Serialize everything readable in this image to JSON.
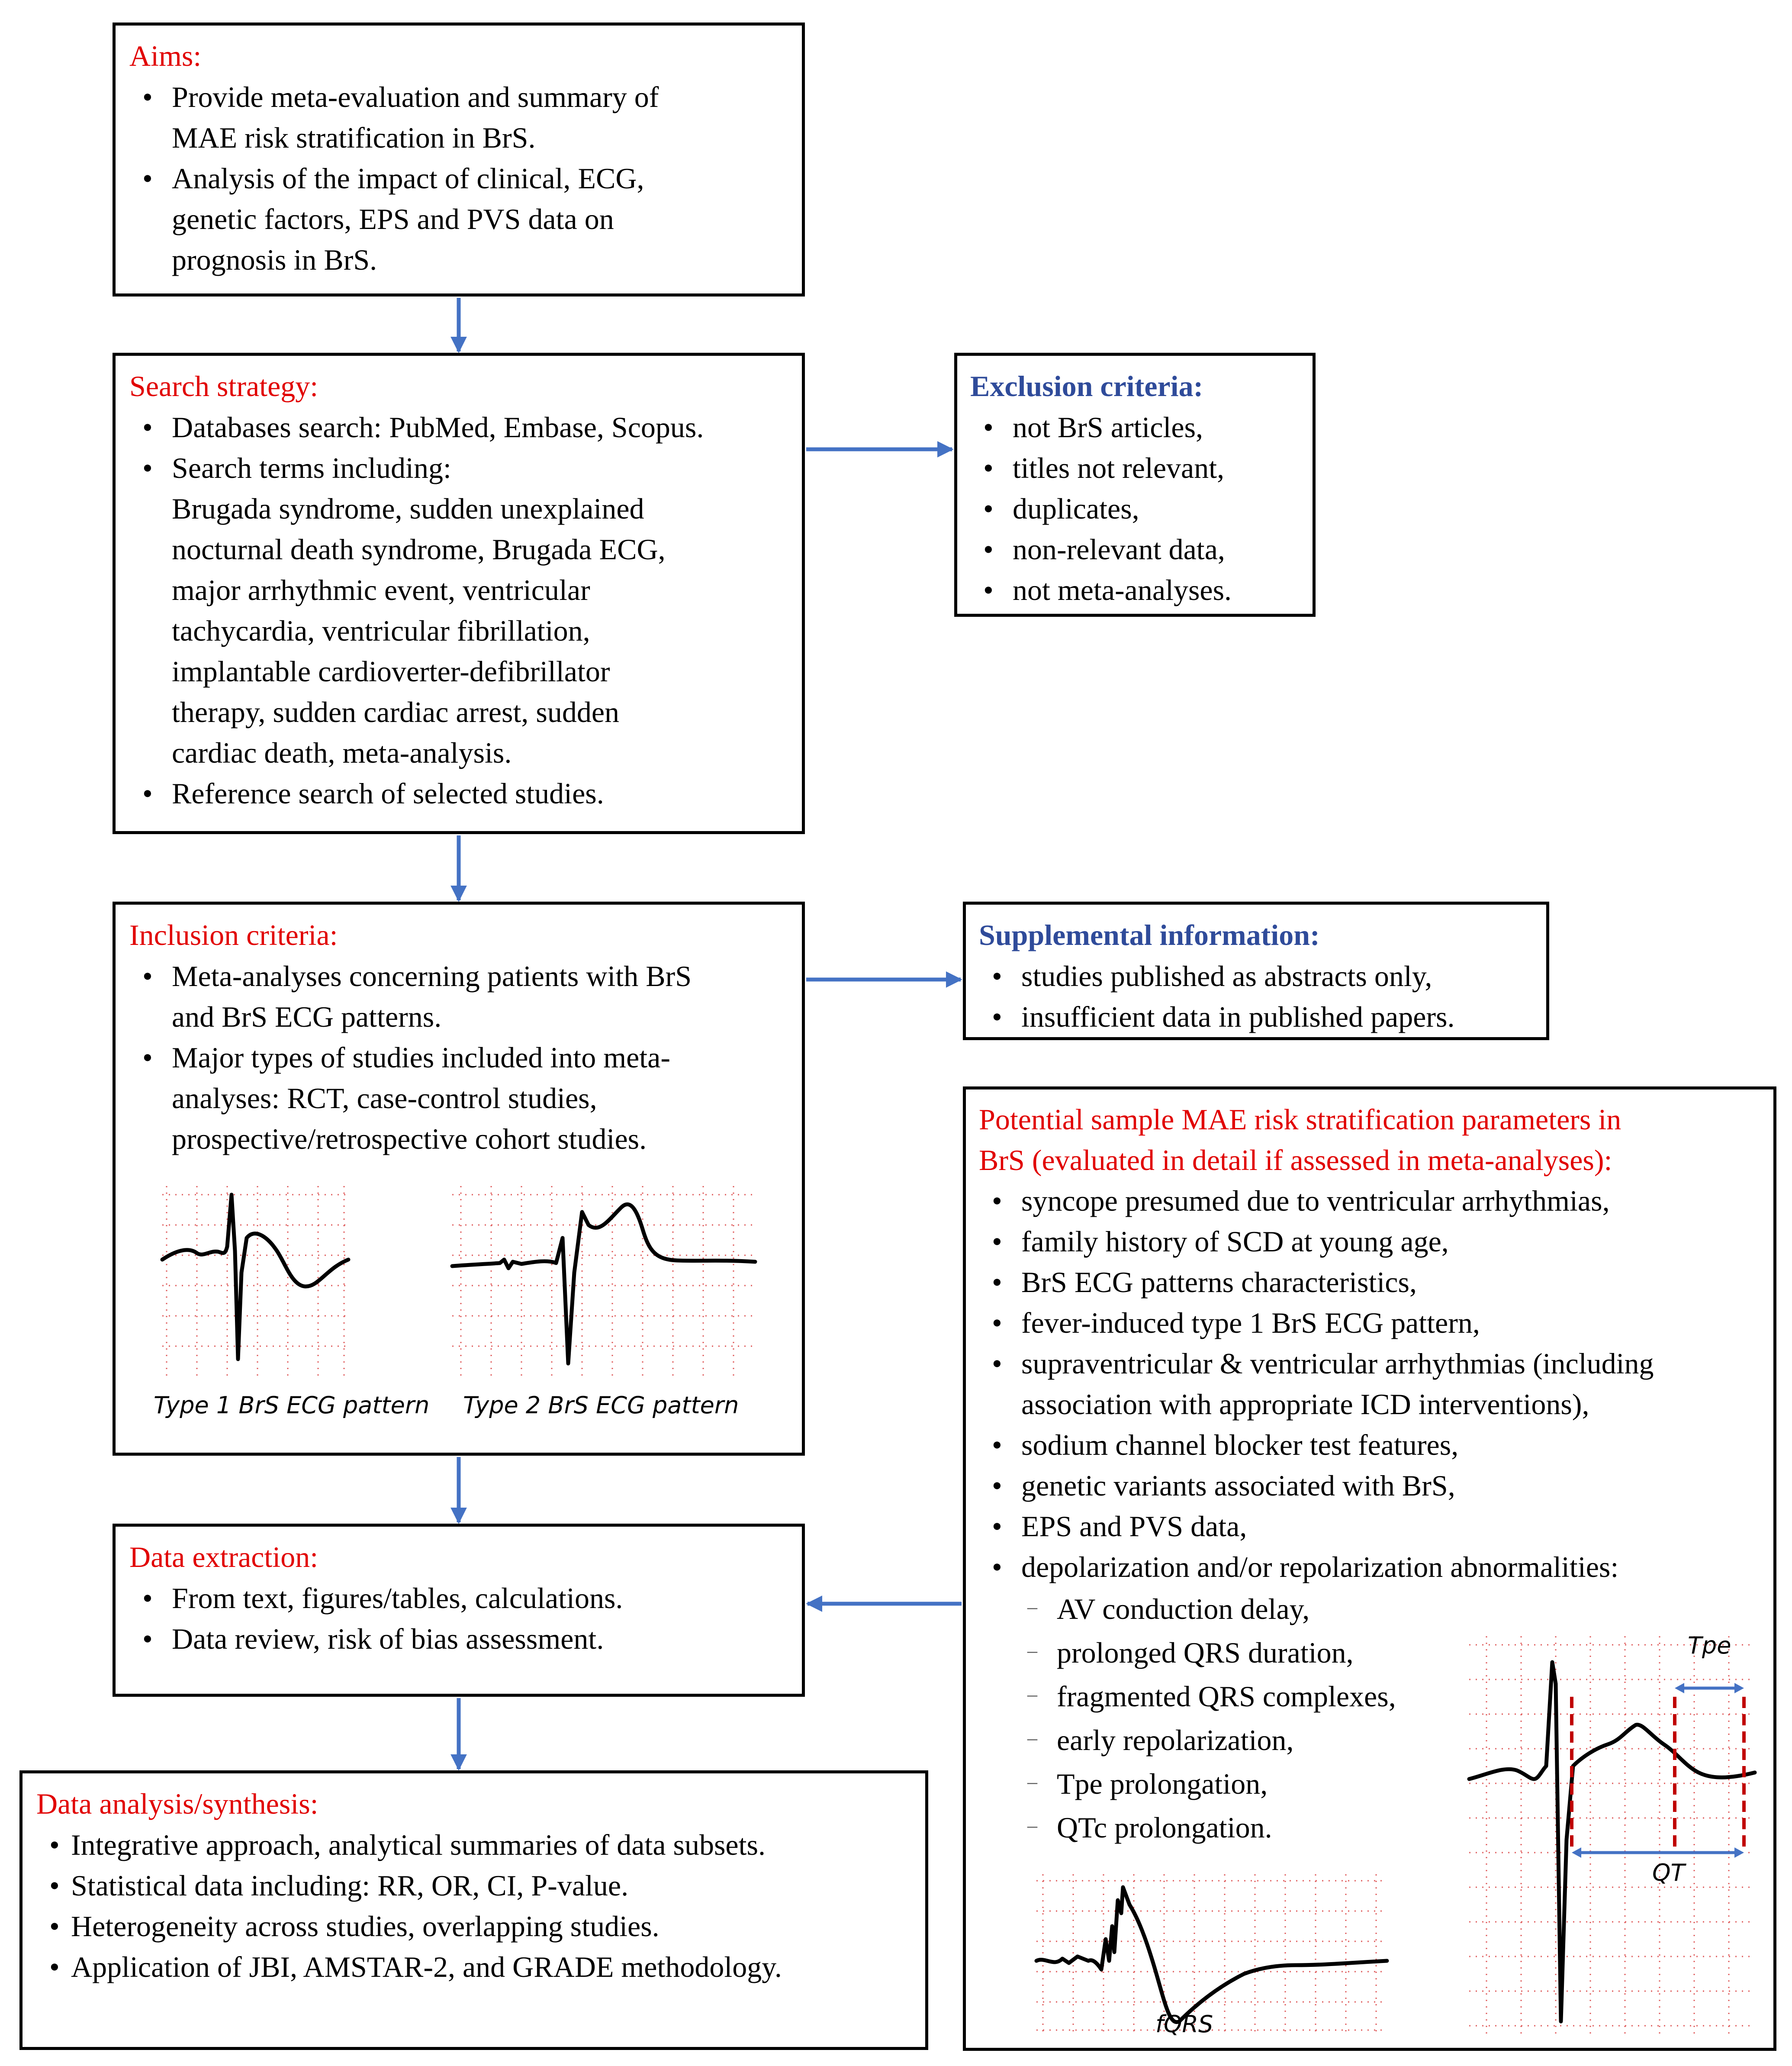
{
  "aims": {
    "title": "Aims:",
    "items": [
      "Provide meta-evaluation and summary of",
      "MAE risk stratification in BrS.",
      "Analysis of the impact of clinical, ECG,",
      "genetic factors, EPS and PVS data on",
      "prognosis in BrS."
    ]
  },
  "search": {
    "title": "Search strategy:",
    "items": [
      "Databases search: PubMed, Embase, Scopus.",
      "Search terms including:",
      "Brugada syndrome, sudden unexplained",
      "nocturnal death syndrome, Brugada ECG,",
      "major arrhythmic event, ventricular",
      "tachycardia, ventricular fibrillation,",
      "implantable cardioverter-defibrillator",
      "therapy, sudden cardiac arrest, sudden",
      "cardiac death, meta-analysis.",
      "Reference search of selected studies."
    ]
  },
  "exclusion": {
    "title": "Exclusion criteria:",
    "items": [
      "not BrS articles,",
      "titles not relevant,",
      "duplicates,",
      "non-relevant data,",
      "not meta-analyses."
    ]
  },
  "inclusion": {
    "title": "Inclusion criteria:",
    "items": [
      "Meta-analyses concerning patients with BrS",
      "and BrS ECG patterns.",
      "Major types of studies included into meta-",
      "analyses: RCT, case-control studies,",
      "prospective/retrospective cohort studies."
    ],
    "ecg_type1_caption": "Type 1 BrS ECG pattern",
    "ecg_type2_caption": "Type 2 BrS ECG pattern"
  },
  "supplemental": {
    "title": "Supplemental information:",
    "items": [
      "studies published as abstracts only,",
      "insufficient data in published papers."
    ]
  },
  "potential": {
    "title_line1": "Potential sample MAE risk stratification parameters in",
    "title_line2": "BrS (evaluated in detail if assessed in meta-analyses):",
    "items": [
      "syncope presumed due to ventricular arrhythmias,",
      "family history of SCD at young age,",
      "BrS ECG patterns characteristics,",
      "fever-induced type 1 BrS ECG pattern,",
      "supraventricular & ventricular arrhythmias (including",
      "association with appropriate ICD interventions),",
      "sodium channel blocker test features,",
      "genetic variants associated with BrS,",
      "EPS and PVS data,",
      "depolarization and/or repolarization abnormalities:"
    ],
    "subitems": [
      "AV conduction delay,",
      "prolonged QRS duration,",
      "fragmented QRS complexes,",
      "early repolarization,",
      "Tpe prolongation,",
      "QTc prolongation."
    ],
    "fqrs_label": "fQRS",
    "tpe_label": "Tpe",
    "qt_label": "QT"
  },
  "extraction": {
    "title": "Data extraction:",
    "items": [
      "From text, figures/tables, calculations.",
      "Data review, risk of bias assessment."
    ]
  },
  "analysis": {
    "title": "Data analysis/synthesis:",
    "items": [
      "Integrative approach, analytical summaries of data subsets.",
      "Statistical data including: RR, OR, CI, P-value.",
      "Heterogeneity across studies, overlapping studies.",
      "Application of JBI, AMSTAR-2, and GRADE methodology."
    ]
  },
  "colors": {
    "title_red": "#e10000",
    "title_blue": "#2f4b9a",
    "arrow": "#4472c4",
    "grid": "#e06060",
    "marker": "#c00000"
  }
}
